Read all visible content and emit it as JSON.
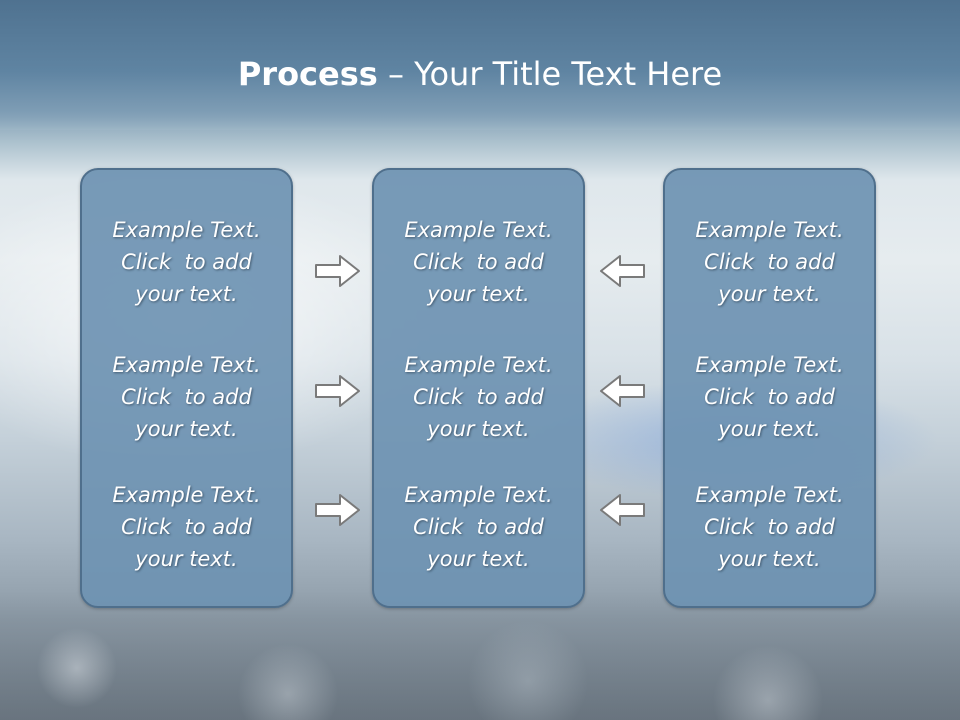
{
  "title": {
    "bold": "Process",
    "rest": " – Your Title Text Here"
  },
  "columns": [
    {
      "items": [
        {
          "line1": "Example Text.",
          "line2": "Click  to add",
          "line3": "your text."
        },
        {
          "line1": "Example Text.",
          "line2": "Click  to add",
          "line3": "your text."
        },
        {
          "line1": "Example Text.",
          "line2": "Click  to add",
          "line3": "your text."
        }
      ]
    },
    {
      "items": [
        {
          "line1": "Example Text.",
          "line2": "Click  to add",
          "line3": "your text."
        },
        {
          "line1": "Example Text.",
          "line2": "Click  to add",
          "line3": "your text."
        },
        {
          "line1": "Example Text.",
          "line2": "Click  to add",
          "line3": "your text."
        }
      ]
    },
    {
      "items": [
        {
          "line1": "Example Text.",
          "line2": "Click  to add",
          "line3": "your text."
        },
        {
          "line1": "Example Text.",
          "line2": "Click  to add",
          "line3": "your text."
        },
        {
          "line1": "Example Text.",
          "line2": "Click  to add",
          "line3": "your text."
        }
      ]
    }
  ],
  "arrows": {
    "left_group": "right-arrow-icon",
    "right_group": "left-arrow-icon"
  },
  "colors": {
    "box_fill": "#6e92b2",
    "box_border": "#4f6f8c",
    "arrow_fill": "#ffffff",
    "arrow_stroke": "#7a7a7a",
    "title_text": "#ffffff"
  }
}
